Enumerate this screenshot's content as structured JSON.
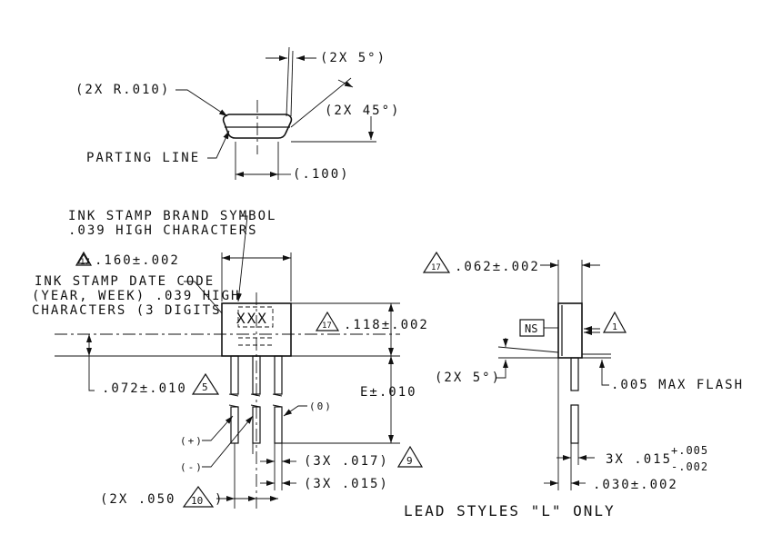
{
  "top_view": {
    "angle_5": "(2X 5°)",
    "radius": "(2X R.010)",
    "angle_45": "(2X 45°)",
    "parting_line": "PARTING LINE",
    "width_100": "(.100)"
  },
  "front_view": {
    "brand_symbol_line1": "INK STAMP BRAND SYMBOL",
    "brand_symbol_line2": ".039 HIGH CHARACTERS",
    "width_160": ".160±.002",
    "width_160_note": "17",
    "date_code_line1": "INK STAMP DATE CODE",
    "date_code_line2": "(YEAR, WEEK) .039 HIGH",
    "date_code_line3": "CHARACTERS (3 DIGITS)",
    "stamp_text": "XXX",
    "height_118": ".118±.002",
    "height_118_note": "17",
    "offset_072": ".072±.010",
    "offset_072_note": "5",
    "lead_length": "E±.010",
    "pin_zero": "(0)",
    "pin_plus": "(+)",
    "pin_minus": "(-)",
    "lead_017": "(3X .017)",
    "lead_017_note": "9",
    "lead_015": "(3X .015)",
    "pitch_050": "(2X .050",
    "pitch_050_note": "10",
    "pitch_050_close": ")"
  },
  "side_view": {
    "thickness_062": ".062±.002",
    "thickness_062_note": "17",
    "ns_box": "NS",
    "datum_note": "1",
    "angle_5": "(2X 5°)",
    "max_flash": ".005 MAX FLASH",
    "lead_015_prefix": "3X .015",
    "lead_015_plus": "+.005",
    "lead_015_minus": "-.002",
    "lead_030": ".030±.002",
    "lead_styles": "LEAD STYLES \"L\" ONLY"
  }
}
